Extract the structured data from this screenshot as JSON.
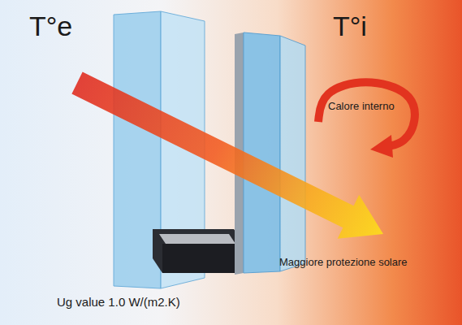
{
  "diagram": {
    "labels": [
      "T°e",
      "T°i",
      "Calore interno",
      "Maggiore protezione solare",
      "Ug value 1.0 W/(m2.K)"
    ]
  }
}
